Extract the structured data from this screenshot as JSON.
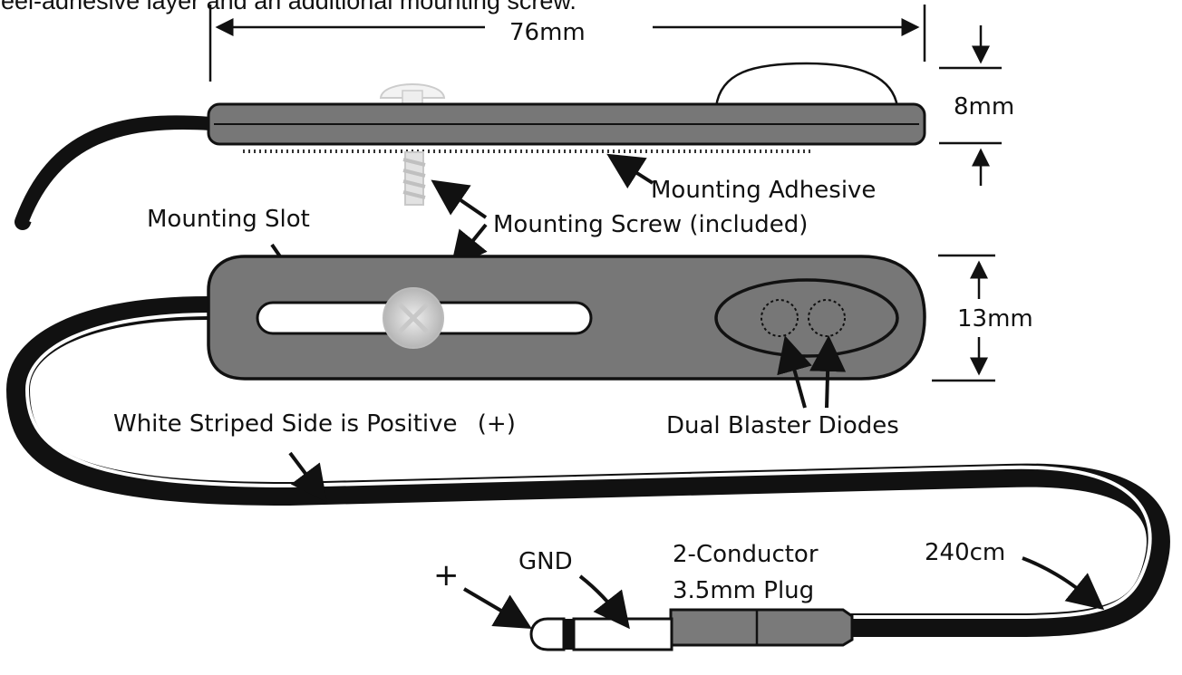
{
  "caption": "peel-adhesive layer and an additional mounting screw.",
  "dimensions": {
    "length": "76mm",
    "height": "8mm",
    "width": "13mm",
    "cable_length": "240cm"
  },
  "labels": {
    "mounting_adhesive": "Mounting Adhesive",
    "mounting_slot": "Mounting Slot",
    "mounting_screw": "Mounting Screw (included)",
    "white_striped": "White Striped Side is Positive",
    "positive_symbol": "(+)",
    "dual_diodes": "Dual Blaster Diodes",
    "gnd": "GND",
    "plus": "+",
    "plug_line1": "2-Conductor",
    "plug_line2": "3.5mm Plug"
  },
  "colors": {
    "body": "#777777",
    "outline": "#111111",
    "plug": "#7a7a7a"
  }
}
